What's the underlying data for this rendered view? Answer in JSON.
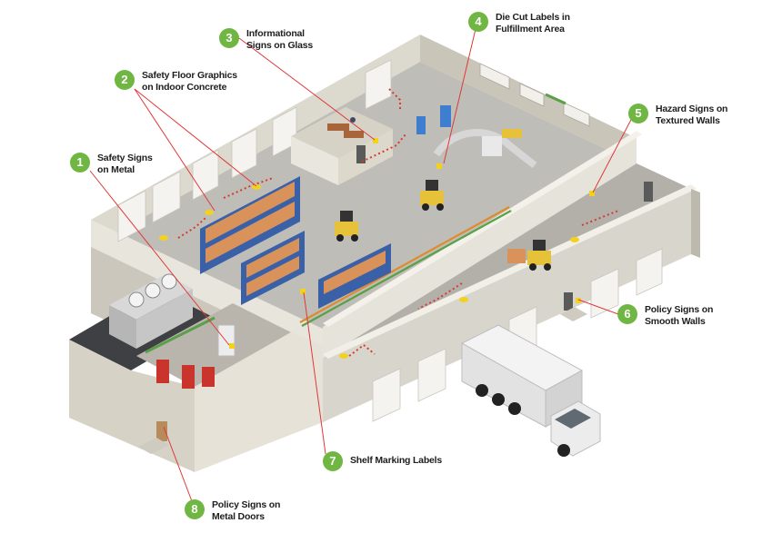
{
  "accent_color": "#6fb643",
  "leader_color": "#e0393a",
  "callouts": [
    {
      "number": "1",
      "lines": [
        "Safety Signs",
        "on Metal"
      ]
    },
    {
      "number": "2",
      "lines": [
        "Safety Floor Graphics",
        "on Indoor Concrete"
      ]
    },
    {
      "number": "3",
      "lines": [
        "Informational",
        "Signs on Glass"
      ]
    },
    {
      "number": "4",
      "lines": [
        "Die Cut Labels in",
        "Fulfillment Area"
      ]
    },
    {
      "number": "5",
      "lines": [
        "Hazard Signs on",
        "Textured Walls"
      ]
    },
    {
      "number": "6",
      "lines": [
        "Policy Signs on",
        "Smooth Walls"
      ]
    },
    {
      "number": "7",
      "lines": [
        "Shelf Marking Labels"
      ]
    },
    {
      "number": "8",
      "lines": [
        "Policy Signs on",
        "Metal Doors"
      ]
    }
  ]
}
